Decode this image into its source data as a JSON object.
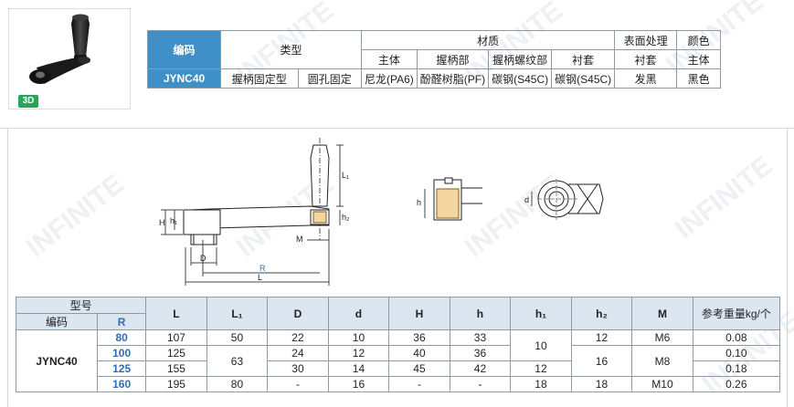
{
  "watermark": "INFINITE",
  "product": {
    "badge": "3D"
  },
  "spec": {
    "headers": {
      "code": "编码",
      "type": "类型",
      "material": "材质",
      "surface": "表面处理",
      "color": "颜色"
    },
    "subheaders": [
      "主体",
      "握柄部",
      "握柄螺纹部",
      "衬套",
      "衬套",
      "主体"
    ],
    "row": {
      "code": "JYNC40",
      "type1": "握柄固定型",
      "type2": "圆孔固定",
      "body": "尼龙(PA6)",
      "grip": "酚醛树脂(PF)",
      "thread": "碳钢(S45C)",
      "bushing": "碳钢(S45C)",
      "surface": "发黑",
      "color": "黑色"
    }
  },
  "drawing_labels": {
    "H": "H",
    "h1": "h₁",
    "L1": "L₁",
    "h2": "h₂",
    "M": "M",
    "D": "D",
    "R": "R",
    "L": "L",
    "h": "h",
    "d": "d"
  },
  "dim_table": {
    "header_model": "型号",
    "header_code": "编码",
    "header_R": "R",
    "columns": [
      "L",
      "L₁",
      "D",
      "d",
      "H",
      "h",
      "h₁",
      "h₂",
      "M",
      "参考重量kg/个"
    ],
    "code": "JYNC40",
    "rows": [
      {
        "R": "80",
        "L": "107",
        "L1": "50",
        "D": "22",
        "d": "10",
        "H": "36",
        "h": "33",
        "h1": "10",
        "h2": "12",
        "M": "M6",
        "W": "0.08"
      },
      {
        "R": "100",
        "L": "125",
        "L1": "63",
        "D": "24",
        "d": "12",
        "H": "40",
        "h": "36",
        "h1": "10",
        "h2": "16",
        "M": "M8",
        "W": "0.10"
      },
      {
        "R": "125",
        "L": "155",
        "L1": "63",
        "D": "30",
        "d": "14",
        "H": "45",
        "h": "42",
        "h1": "12",
        "h2": "16",
        "M": "M8",
        "W": "0.18"
      },
      {
        "R": "160",
        "L": "195",
        "L1": "80",
        "D": "-",
        "d": "16",
        "H": "-",
        "h": "-",
        "h1": "18",
        "h2": "18",
        "M": "M10",
        "W": "0.26"
      }
    ]
  }
}
